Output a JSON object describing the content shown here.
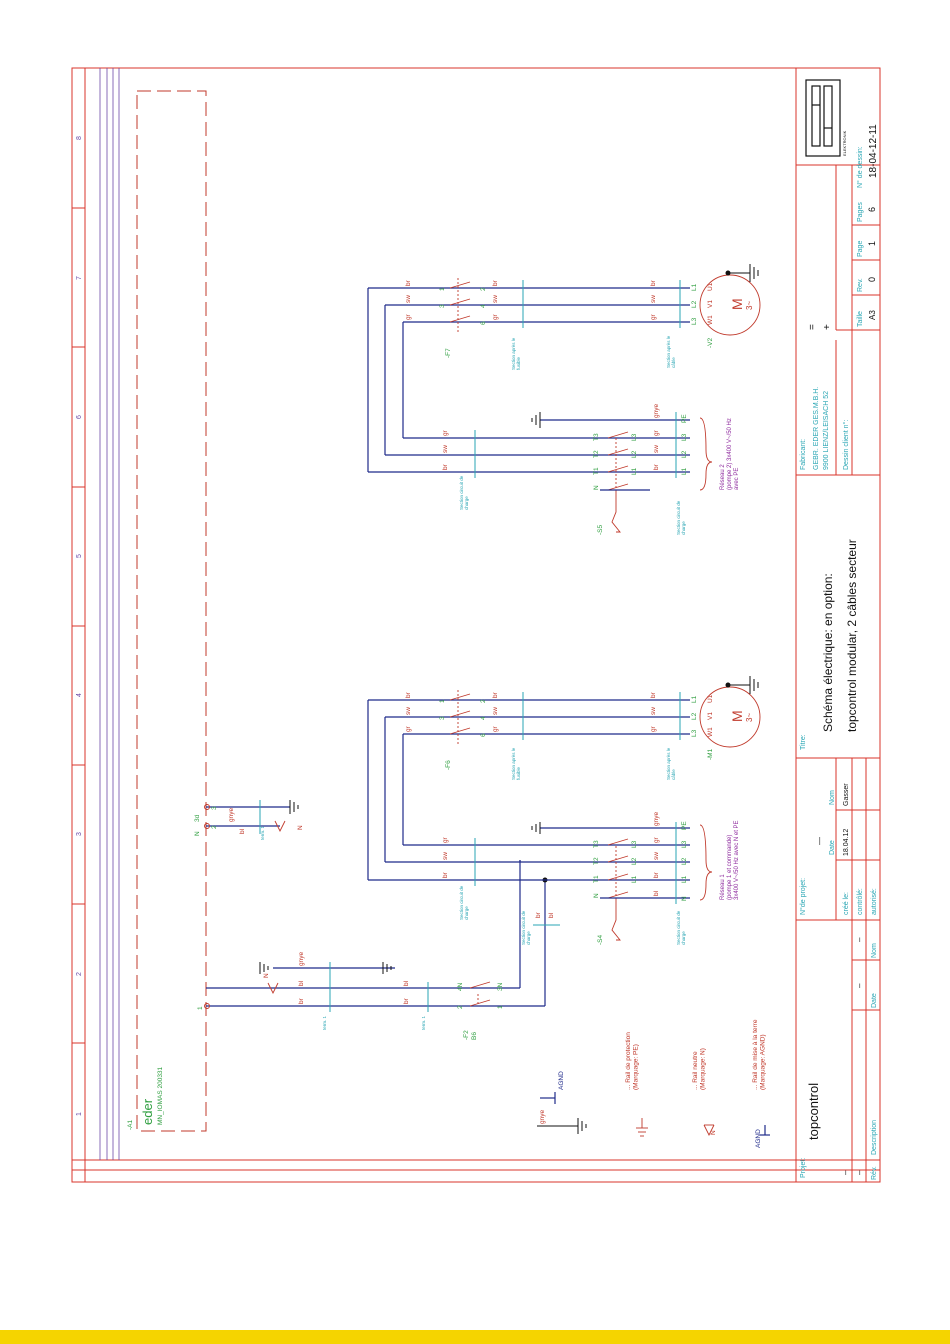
{
  "colors": {
    "frame": "#d9342b",
    "wire": "#1f2a8a",
    "label": "#c0392b",
    "green": "#2e9e3f",
    "cyan": "#2aa6b4",
    "magenta": "#8e2a9e",
    "grid": "#6b4aa8",
    "black": "#111111",
    "footer": "#f5d400"
  },
  "grid": {
    "numbers": [
      "1",
      "2",
      "3",
      "4",
      "5",
      "6",
      "7",
      "8"
    ]
  },
  "module": {
    "name": "eder",
    "ref": "MN_IOMAS 200331",
    "tag": "-A1"
  },
  "legend": {
    "pe": "... Rail de protection\n(Marquage: PE)",
    "n": "... Rail neutre\n(Marquage: N)",
    "agnd": "... Rail de mise à la terre\n(Marquage: AGND)",
    "agnd_label": "AGND",
    "gnye_label": "gnye",
    "n_letter": "N"
  },
  "terms": {
    "t1": "1",
    "t2": "2",
    "t3": "3",
    "N": "N",
    "3d": "3d",
    "PE": "PE"
  },
  "wires": {
    "br": "br",
    "bl": "bl",
    "sw": "sw",
    "gr": "gr",
    "gnye": "gnye",
    "term_caption": "term. 1"
  },
  "breaker_f2": {
    "tag": "-F2",
    "rating": "B6",
    "in1": "2",
    "in2": "4N",
    "out1": "1",
    "out2": "3N"
  },
  "s4": {
    "tag": "-S4",
    "section_label": "Section circuit de\ncharge",
    "net": "Réseau 1\n(pompe 1 et commande)\n3x400 V~/50 Hz avec N et PE"
  },
  "s5": {
    "tag": "-S5",
    "section_label": "Section circuit de\ncharge",
    "net": "Réseau 2\n(pompe 2) 3x400 V~/50 Hz\navec PE"
  },
  "terminal_labels": {
    "N": "N",
    "T1": "T1",
    "T2": "T2",
    "T3": "T3",
    "L1": "L1",
    "L2": "L2",
    "L3": "L3",
    "PE": "PE"
  },
  "f6": {
    "tag": "-F6",
    "section": "Section après le\nfusible"
  },
  "f7": {
    "tag": "-F7",
    "section": "Section après le\nfusible"
  },
  "motors": {
    "m1": {
      "tag": "-M1",
      "letter": "M",
      "phase": "3~",
      "u": "U1",
      "v": "V1",
      "w": "W1"
    },
    "m2": {
      "tag": "-V2",
      "letter": "M",
      "phase": "3~",
      "u": "U1",
      "v": "V1",
      "w": "W1"
    },
    "section": "Section après le\ncâble"
  },
  "titleblock": {
    "logo_text": "ELEKTRONIK",
    "dessin_label": "N° de dessin:",
    "dessin_value": "18-04-12-11",
    "pages_label": "Pages",
    "pages_value": "6",
    "page_label": "Page",
    "page_value": "1",
    "rev_label": "Rev.",
    "rev_value": "0",
    "taille_label": "Taille",
    "taille_value": "A3",
    "plus": "+",
    "eq": "=",
    "fabricant_label": "Fabricant:",
    "fabricant_1": "GEBR. EDER GES.M.B.H.",
    "fabricant_2": "9900 LIENZ/LEISACH 52",
    "client_label": "Dessin client n°:",
    "titre_label": "Titre:",
    "title_1": "Schéma électrique: en option:",
    "title_2": "topcontrol modular, 2 câbles secteur",
    "projetno_label": "N°de projet:",
    "projetno_value": "—",
    "cree_label": "créé le:",
    "cree_date": "18.04.12",
    "cree_nom": "Gasser",
    "controle_label": "contrôlé:",
    "autorise_label": "autorisé:",
    "date_col": "Date",
    "nom_col": "Nom",
    "projet_label": "Projet:",
    "projet_value": "topcontrol",
    "rev_col": "Rév.",
    "desc_col": "Description",
    "dash": "–"
  }
}
